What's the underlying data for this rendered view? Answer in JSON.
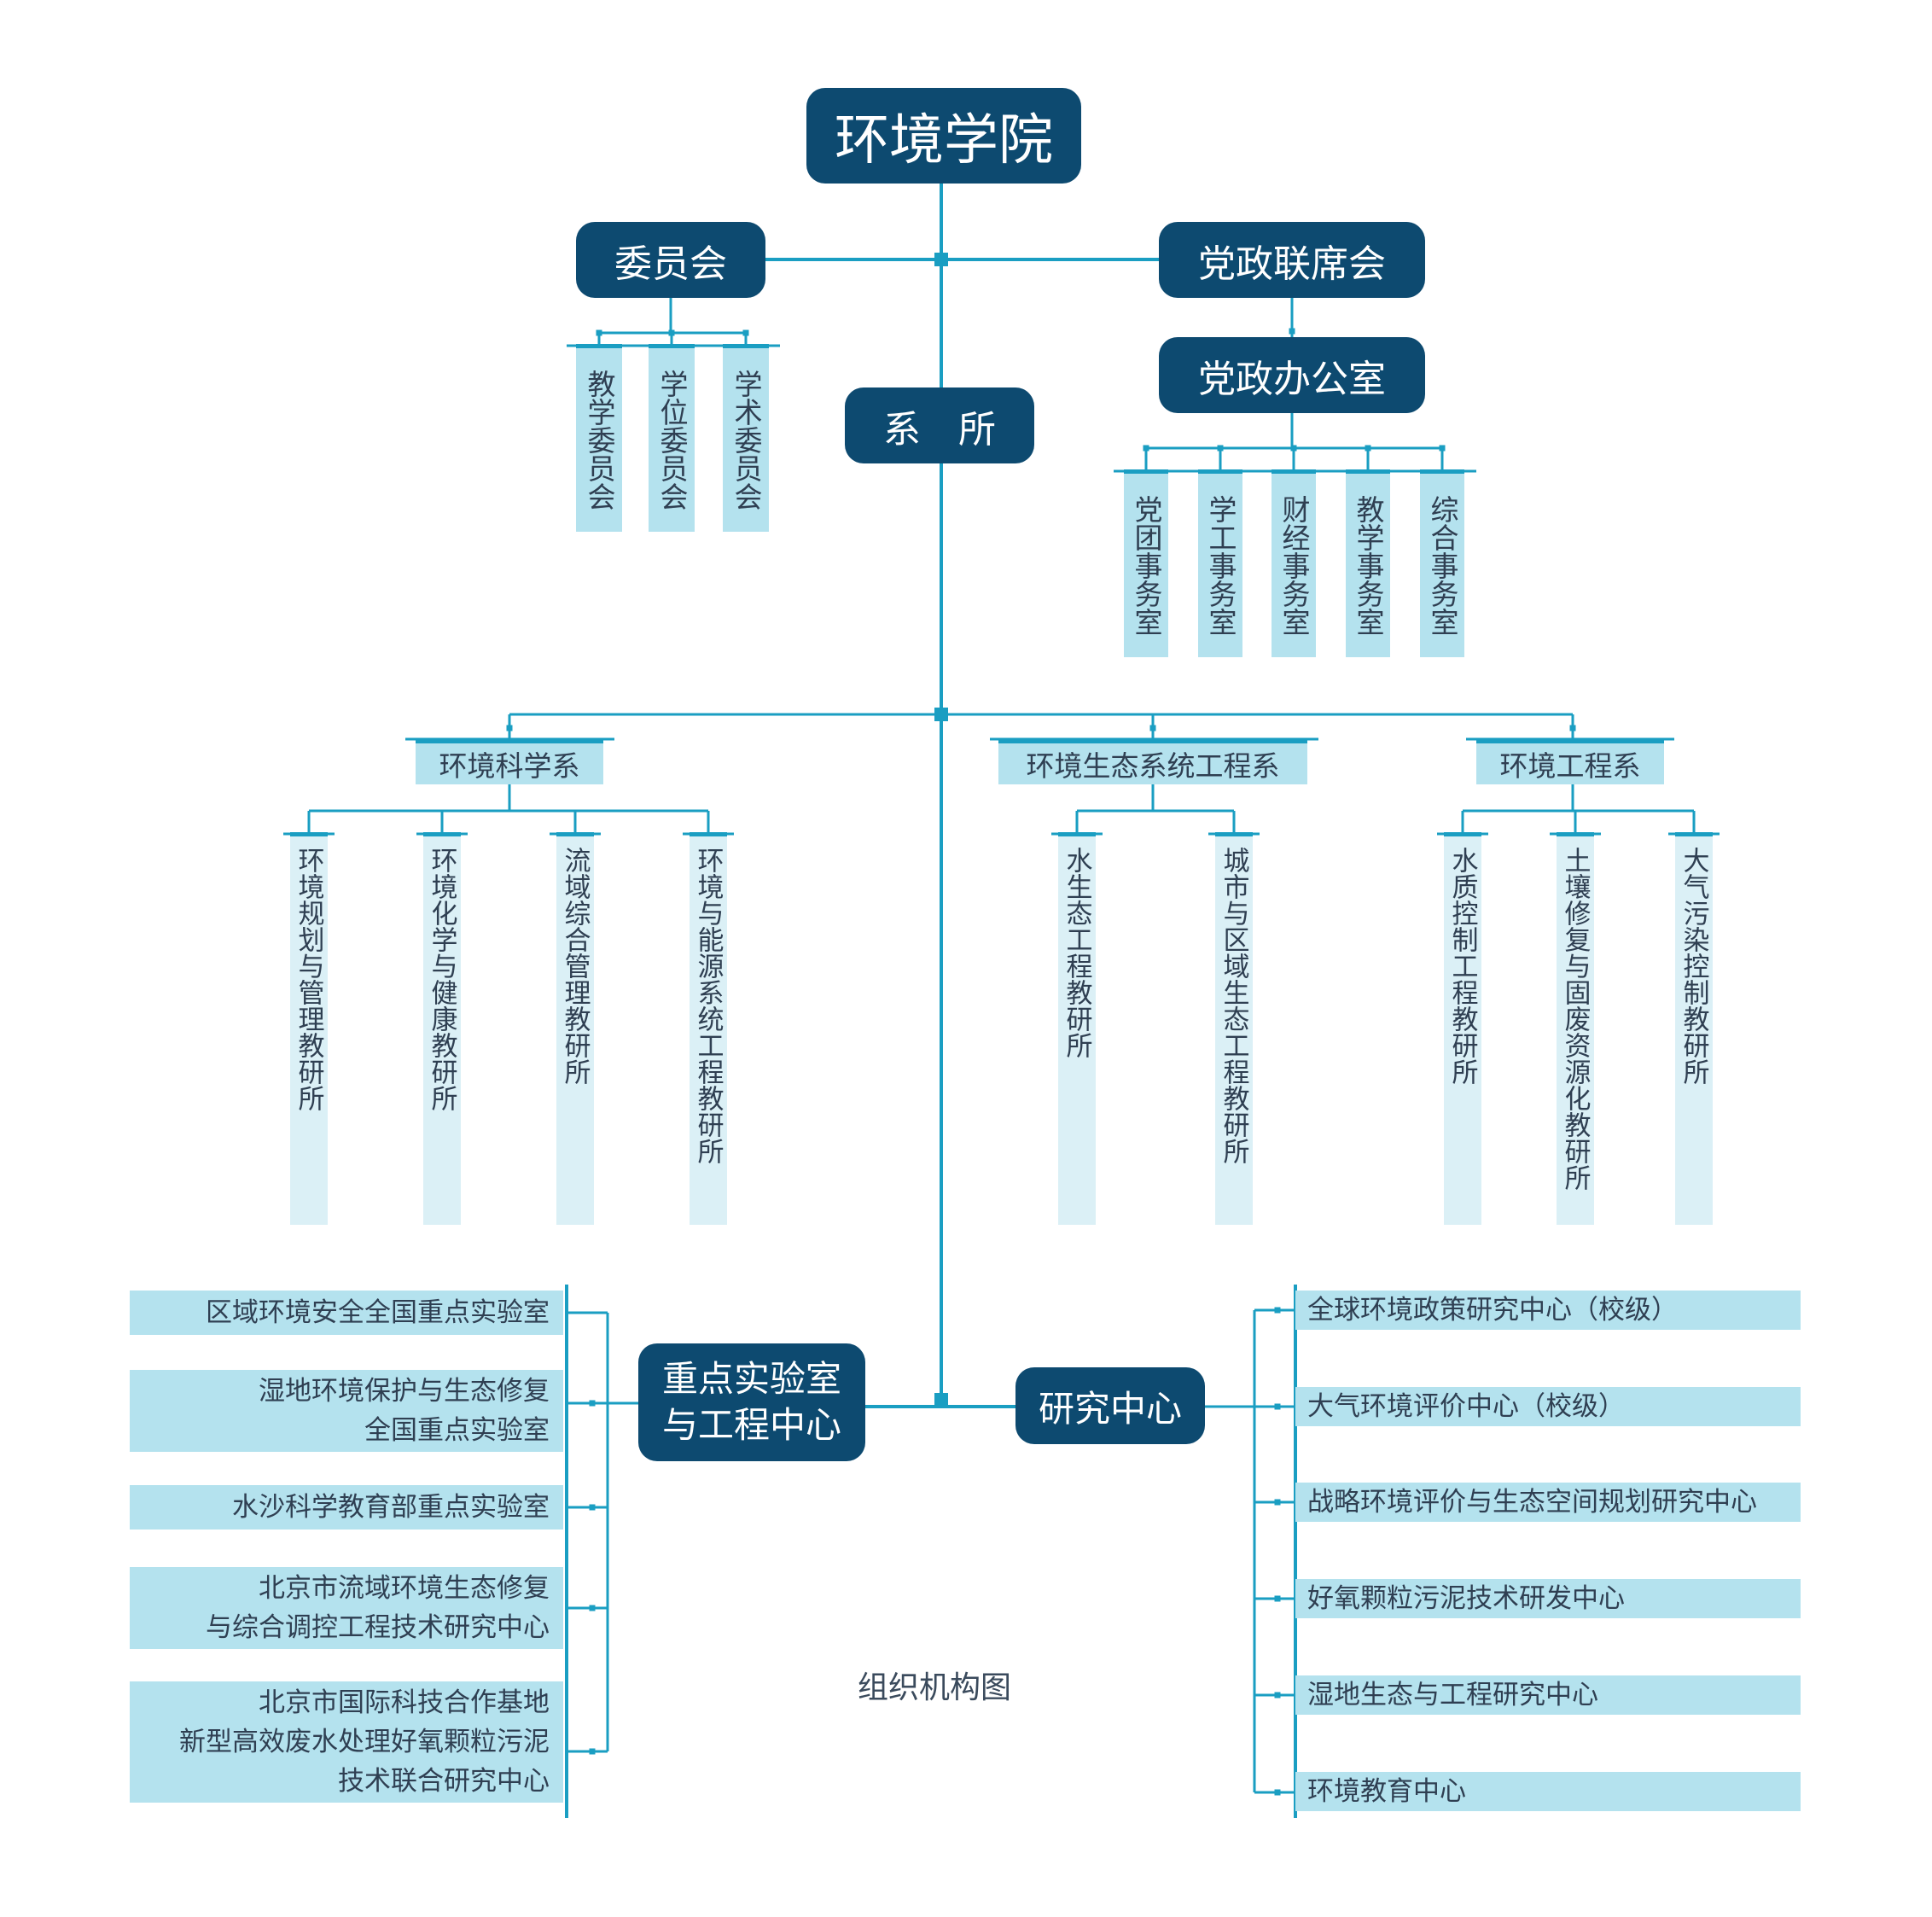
{
  "root": {
    "label": "环境学院"
  },
  "committee": {
    "label": "委员会",
    "items": [
      "教学委员会",
      "学位委员会",
      "学术委员会"
    ]
  },
  "party": {
    "label": "党政联席会",
    "office": {
      "label": "党政办公室",
      "items": [
        "党团事务室",
        "学工事务室",
        "财经事务室",
        "教学事务室",
        "综合事务室"
      ]
    }
  },
  "departments": {
    "label": "系　所",
    "groups": [
      {
        "label": "环境科学系",
        "institutes": [
          "环境规划与管理教研所",
          "环境化学与健康教研所",
          "流域综合管理教研所",
          "环境与能源系统工程教研所"
        ]
      },
      {
        "label": "环境生态系统工程系",
        "institutes": [
          "水生态工程教研所",
          "城市与区域生态工程教研所"
        ]
      },
      {
        "label": "环境工程系",
        "institutes": [
          "水质控制工程教研所",
          "土壤修复与固废资源化教研所",
          "大气污染控制教研所"
        ]
      }
    ]
  },
  "labs": {
    "label": "重点实验室\n与工程中心",
    "items": [
      "区域环境安全全国重点实验室",
      "湿地环境保护与生态修复\n全国重点实验室",
      "水沙科学教育部重点实验室",
      "北京市流域环境生态修复\n与综合调控工程技术研究中心",
      "北京市国际科技合作基地\n新型高效废水处理好氧颗粒污泥\n技术联合研究中心"
    ]
  },
  "research": {
    "label": "研究中心",
    "items": [
      "全球环境政策研究中心（校级）",
      "大气环境评价中心（校级）",
      "战略环境评价与生态空间规划研究中心",
      "好氧颗粒污泥技术研发中心",
      "湿地生态与工程研究中心",
      "环境教育中心"
    ]
  },
  "caption": "组织机构图",
  "colors": {
    "dark": "#0d4a70",
    "line": "#1a9ec2",
    "light": "#b4e2ee",
    "pale": "#dbf0f6",
    "text": "#2f3f52"
  }
}
